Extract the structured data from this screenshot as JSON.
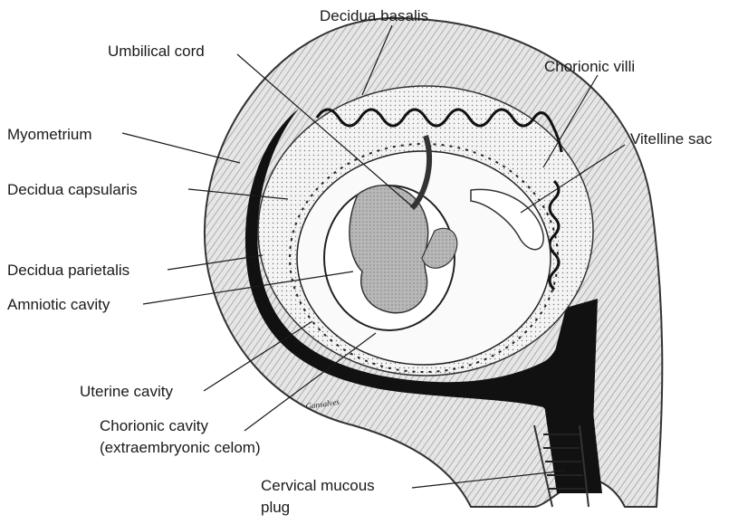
{
  "labels": {
    "decidua_basalis": "Decidua basalis",
    "umbilical_cord": "Umbilical cord",
    "chorionic_villi": "Chorionic villi",
    "myometrium": "Myometrium",
    "vitelline_sac": "Vitelline sac",
    "decidua_capsularis": "Decidua capsularis",
    "decidua_parietalis": "Decidua parietalis",
    "amniotic_cavity": "Amniotic cavity",
    "uterine_cavity": "Uterine cavity",
    "chorionic_cavity_line1": "Chorionic cavity",
    "chorionic_cavity_line2": "(extraembryonic celom)",
    "cervical_mucous_plug_line1": "Cervical mucous",
    "cervical_mucous_plug_line2": "plug"
  },
  "signature": "Gonsalves",
  "colors": {
    "background": "#ffffff",
    "wall_hatch": "#d9d9d9",
    "uterine_cavity": "#111111",
    "embryo": "#bdbdbd",
    "decidua": "#efefef",
    "ink": "#1a1a1a"
  }
}
